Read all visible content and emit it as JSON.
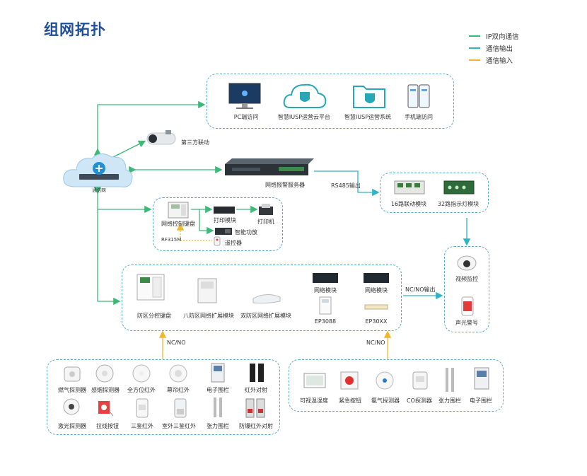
{
  "title": "组网拓扑",
  "legend": [
    {
      "label": "IP双向通信",
      "color": "#3cb878"
    },
    {
      "label": "通信输出",
      "color": "#2fb3c6"
    },
    {
      "label": "通信输入",
      "color": "#f0b92c"
    }
  ],
  "colors": {
    "ip": "#3cb878",
    "out": "#2fb3c6",
    "in": "#f0b92c",
    "box": "#5aa9c9"
  },
  "nodes": {
    "cloud": "通信网",
    "camera": "第三方联动",
    "server": "网络报警服务器",
    "top_group": [
      "PC端访问",
      "智慧IUSP运营云平台",
      "智慧IUSP运营系统",
      "手机端访问"
    ],
    "rs485_group": [
      "16路联动模块",
      "32路指示灯模块"
    ],
    "keyboard_group": {
      "keyboard": "网络控制键盘",
      "print_module": "打印模块",
      "printer": "打印机",
      "amplifier": "智能功放",
      "remote": "遥控器",
      "rf": "RF315M"
    },
    "zone_group": [
      "防区分控键盘",
      "八防区网络扩展模块",
      "双防区网络扩展模块",
      "网络模块",
      "EP3088",
      "网络模块",
      "EP30XX"
    ],
    "output_group": [
      "视频监控",
      "声光警号"
    ],
    "left_sensors": [
      "燃气探测器",
      "感烟探测器",
      "全方位红外",
      "幕帘红外",
      "电子围栏",
      "红外对射",
      "激光探测器",
      "拉线按钮",
      "三鉴红外",
      "室外三鉴红外",
      "张力围栏",
      "防爆红外对射"
    ],
    "right_sensors": [
      "可视温湿度",
      "紧急按钮",
      "氨气探测器",
      "CO探测器",
      "张力围栏",
      "电子围栏"
    ]
  },
  "flow_labels": {
    "rs485": "RS485输出",
    "ncno_out": "NC/NO输出",
    "ncno_left": "NC/NO",
    "ncno_right": "NC/NO"
  }
}
